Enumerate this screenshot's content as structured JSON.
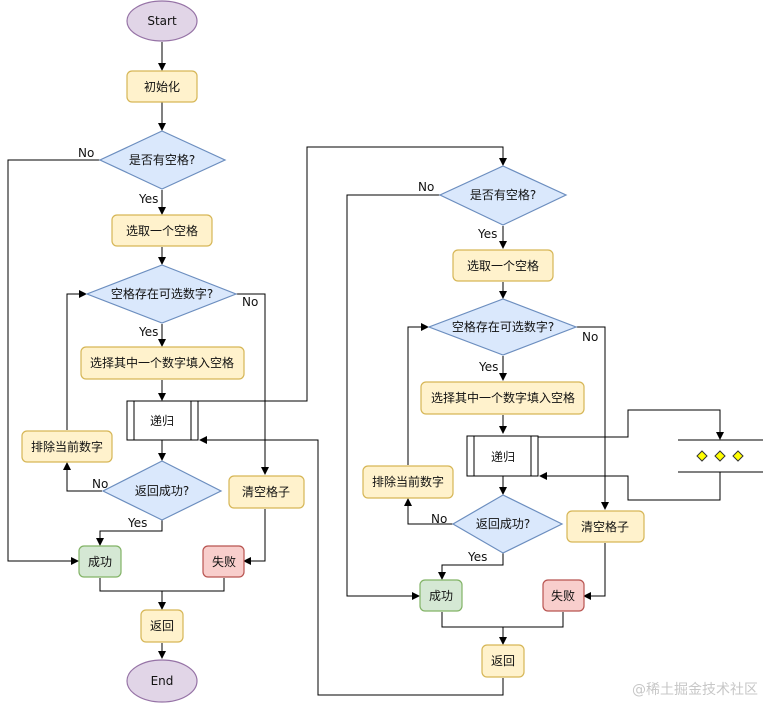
{
  "nodes": {
    "start": "Start",
    "init": "初始化",
    "d_has_empty": "是否有空格?",
    "pick_cell": "选取一个空格",
    "d_has_candidate": "空格存在可选数字?",
    "fill_digit": "选择其中一个数字填入空格",
    "recurse": "递归",
    "d_ok": "返回成功?",
    "remove_digit": "排除当前数字",
    "clear_cell": "清空格子",
    "success": "成功",
    "fail": "失败",
    "ret": "返回",
    "end": "End",
    "r_d_has_empty": "是否有空格?",
    "r_pick_cell": "选取一个空格",
    "r_d_has_candidate": "空格存在可选数字?",
    "r_fill_digit": "选择其中一个数字填入空格",
    "r_recurse": "递归",
    "r_d_ok": "返回成功?",
    "r_remove_digit": "排除当前数字",
    "r_clear_cell": "清空格子",
    "r_success": "成功",
    "r_fail": "失败",
    "r_ret": "返回"
  },
  "labels": {
    "yes": "Yes",
    "no": "No"
  },
  "watermark": "@稀土掘金技术社区",
  "colors": {
    "terminal_fill": "#e1d5e7",
    "terminal_stroke": "#9673a6",
    "process_fill": "#fff2cc",
    "process_stroke": "#d6b656",
    "decision_fill": "#dae8fc",
    "decision_stroke": "#6c8ebf",
    "success_fill": "#d5e8d4",
    "success_stroke": "#82b366",
    "fail_fill": "#f8cecc",
    "fail_stroke": "#b85450",
    "diamond_fill": "#ffff00"
  }
}
